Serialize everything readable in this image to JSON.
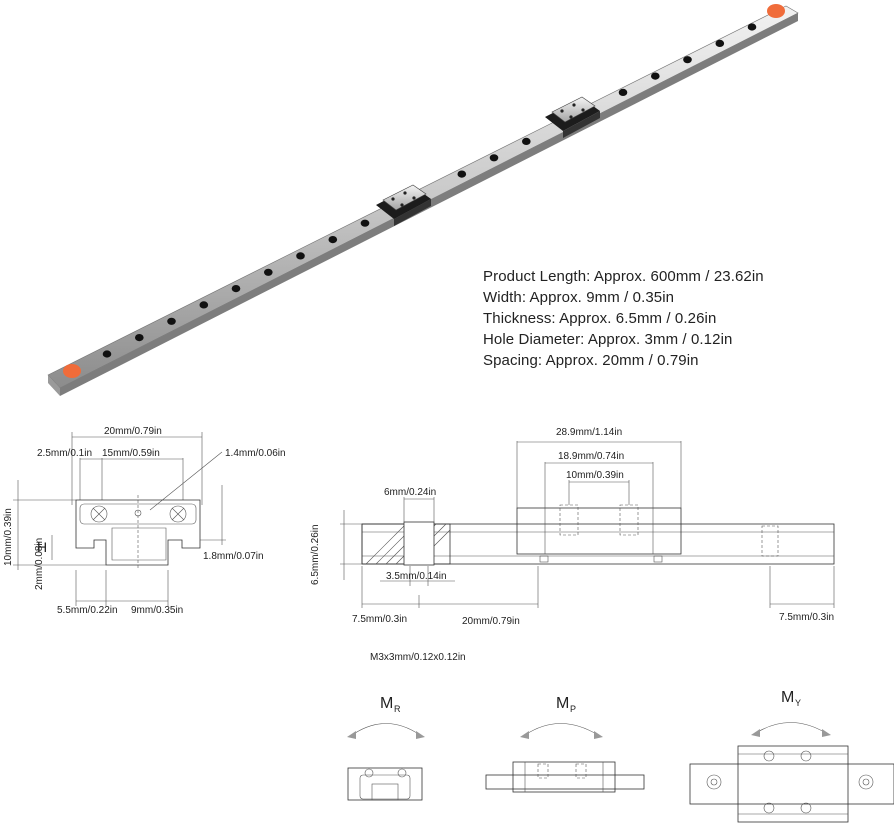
{
  "specs": {
    "length": "Product Length: Approx. 600mm / 23.62in",
    "width": "Width: Approx. 9mm / 0.35in",
    "thickness": "Thickness: Approx. 6.5mm / 0.26in",
    "hole_diameter": "Hole Diameter: Approx. 3mm / 0.12in",
    "spacing": "Spacing: Approx. 20mm / 0.79in"
  },
  "left_diagram": {
    "width_top": "20mm/0.79in",
    "left_gap": "2.5mm/0.1in",
    "mid_width": "15mm/0.59in",
    "hole_dia": "1.4mm/0.06in",
    "height": "10mm/0.39in",
    "h1": "2mm/0.08in",
    "h_letter": "H",
    "side_gap": "1.8mm/0.07in",
    "bottom_left": "5.5mm/0.22in",
    "rail_width": "9mm/0.35in"
  },
  "side_diagram": {
    "block_length": "28.9mm/1.14in",
    "inner_length": "18.9mm/0.74in",
    "hole_spacing": "10mm/0.39in",
    "counterbore": "6mm/0.24in",
    "rail_height": "6.5mm/0.26in",
    "hole_size": "3.5mm/0.14in",
    "end_left": "7.5mm/0.3in",
    "pitch": "20mm/0.79in",
    "end_right": "7.5mm/0.3in",
    "screw": "M3x3mm/0.12x0.12in"
  },
  "moments": {
    "roll": "M",
    "roll_sub": "R",
    "pitch": "M",
    "pitch_sub": "P",
    "yaw": "M",
    "yaw_sub": "Y"
  },
  "colors": {
    "rail_light": "#dcdcdc",
    "rail_dark": "#8a8a8a",
    "cap": "#f06c3a",
    "hole": "#111111"
  }
}
